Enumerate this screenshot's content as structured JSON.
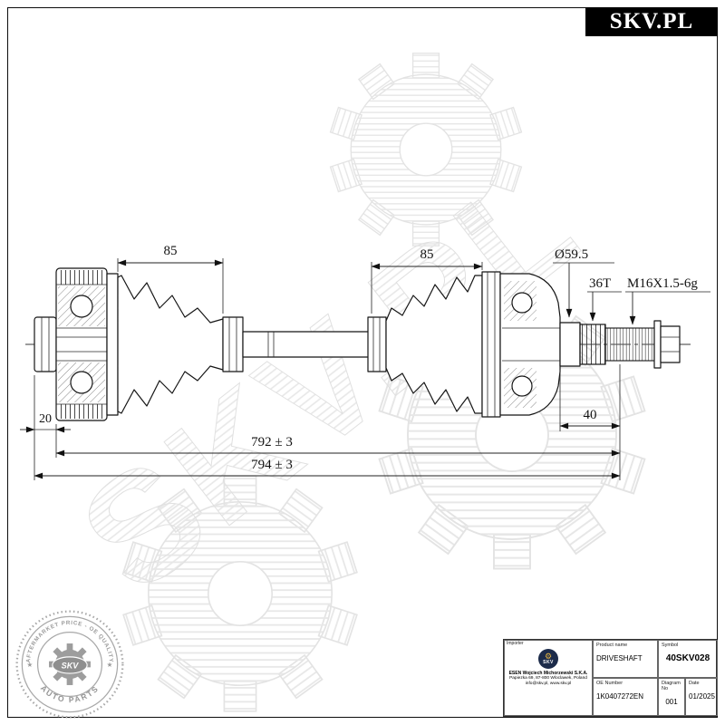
{
  "page": {
    "brand": "SKV.PL"
  },
  "watermark": {
    "text": "SKV.PL"
  },
  "drawing": {
    "dimensions": {
      "left_boot_length": "85",
      "right_boot_length": "85",
      "outer_joint_diameter": "Ø59.5",
      "spline_count": "36T",
      "thread_spec": "M16X1.5-6g",
      "left_stub_length": "20",
      "right_stub_length": "40",
      "total_length_inner": "792 ± 3",
      "total_length_outer": "794 ± 3"
    }
  },
  "stamp": {
    "arc_top": "AFTERMARKET PRICE - OE QUALITY",
    "arc_bottom": "AUTO PARTS",
    "center_label": "SKV"
  },
  "infobox": {
    "importer": {
      "label": "Importer",
      "logo_text": "SKV",
      "name": "ESEN Wojciech Michorzewski S.K.A.",
      "address": "Papiezka 69, 87-800 Wloclawek, Poland",
      "contact": "info@skv.pl, www.skv.pl"
    },
    "product": {
      "label": "Product name",
      "value": "DRIVESHAFT"
    },
    "symbol": {
      "label": "Symbol",
      "value": "40SKV028"
    },
    "oe_number": {
      "label": "OE Number",
      "value": "1K0407272EN"
    },
    "diagram": {
      "label": "Diagram No",
      "value": "001"
    },
    "date": {
      "label": "Date",
      "value": "01/2025"
    }
  }
}
